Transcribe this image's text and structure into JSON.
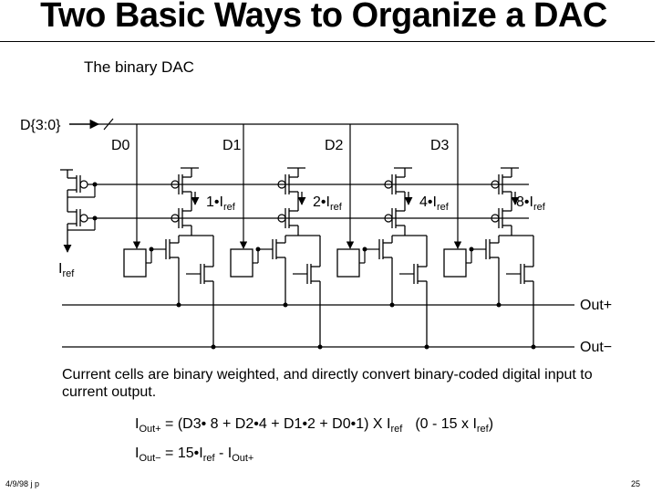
{
  "title": "Two Basic Ways to Organize a DAC",
  "subtitle": "The binary DAC",
  "labels": {
    "bus": "D{3:0}",
    "bits": [
      "D0",
      "D1",
      "D2",
      "D3"
    ],
    "weights": [
      "1•",
      "2•",
      "4•",
      "8•"
    ],
    "iref_main": "I",
    "ref_sub": "ref",
    "out_plus": "Out+",
    "out_minus": "Out−"
  },
  "description": "Current cells are binary weighted, and directly convert binary-coded digital input to current output.",
  "equation1": {
    "lhs_main": "I",
    "lhs_sub": "Out+",
    "body": " = (D3• 8 + D2•4 + D1•2 + D0•1) X I",
    "ref_sub": "ref",
    "range_a": "(0 - 15 x I",
    "range_sub": "ref",
    "range_b": ")"
  },
  "equation2": {
    "lhs_main": "I",
    "lhs_sub": "Out−",
    "body": " = 15•I",
    "ref_sub": "ref",
    "mid": " - I",
    "tail_sub": "Out+"
  },
  "footer": {
    "date": "4/9/98  j p",
    "page": "25"
  }
}
